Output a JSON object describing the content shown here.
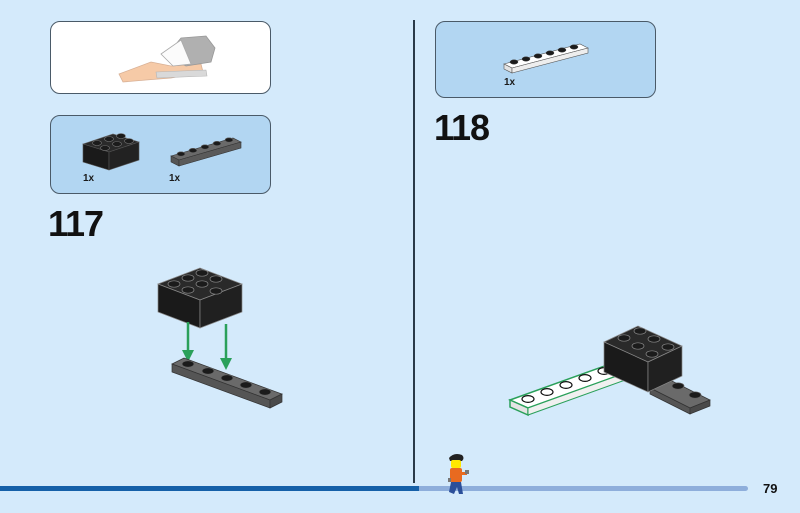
{
  "left_page": {
    "previous_assembly_label": "previous-step-preview",
    "parts_list": [
      {
        "name": "black 2x3 brick",
        "qty": "1x"
      },
      {
        "name": "dark gray 1x5 plate",
        "qty": "1x"
      }
    ],
    "step_number": "117"
  },
  "right_page": {
    "parts_list": [
      {
        "name": "white 1x6 plate",
        "qty": "1x"
      }
    ],
    "step_number": "118"
  },
  "footer": {
    "page_number": "79",
    "progress_fraction": 0.56
  },
  "colors": {
    "background": "#d4eafb",
    "parts_box": "#b2d6f2",
    "progress_fill": "#1560a8",
    "progress_track": "#8eaedb",
    "arrow_green": "#2aa05a"
  }
}
